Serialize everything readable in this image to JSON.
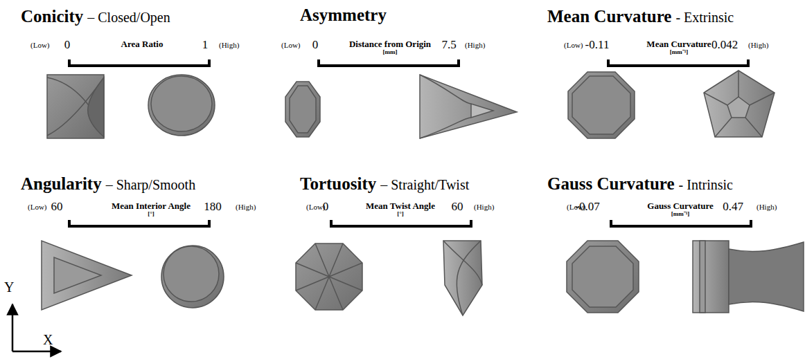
{
  "diagram": {
    "labels": [
      "Conicity",
      "– Closed/Open",
      "(Low)",
      "0",
      "Area Ratio",
      "1",
      "(High)",
      "Asymmetry",
      "(Low)",
      "0",
      "Distance from Origin",
      "[mm]",
      "7.5",
      "(High)",
      "Mean Curvature",
      "- Extrinsic",
      "(Low)",
      "-0.11",
      "Mean Curvature",
      "[mm⁻¹]",
      "0.042",
      "(High)",
      "Angularity",
      "– Sharp/Smooth",
      "(Low)",
      "60",
      "Mean Interior Angle",
      "[°]",
      "180",
      "(High)",
      "Tortuosity",
      "– Straight/Twist",
      "(Low)",
      "0",
      "Mean Twist Angle",
      "[°]",
      "60",
      "(High)",
      "Gauss Curvature",
      "- Intrinsic",
      "(Low)",
      "-0.07",
      "Gauss Curvature",
      "[mm⁻¹]",
      "0.47",
      "(High)",
      "Y",
      "X"
    ]
  }
}
